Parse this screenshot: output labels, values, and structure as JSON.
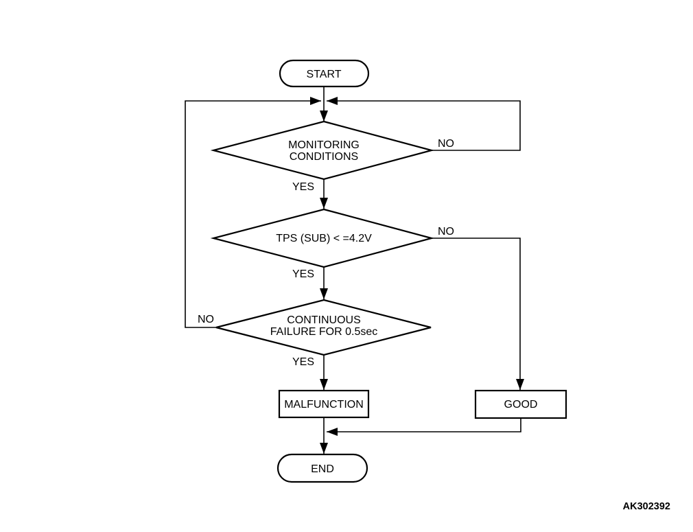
{
  "diagram": {
    "figure_code": "AK302392",
    "colors": {
      "line": "#000000",
      "text": "#000000",
      "background": "#ffffff"
    },
    "nodes": {
      "start": {
        "label": "START"
      },
      "monitoring_conditions": {
        "line1": "MONITORING",
        "line2": "CONDITIONS"
      },
      "tps_check": {
        "label": "TPS (SUB) < =4.2V"
      },
      "continuous_failure": {
        "line1": "CONTINUOUS",
        "line2": "FAILURE FOR 0.5sec"
      },
      "malfunction": {
        "label": "MALFUNCTION"
      },
      "good": {
        "label": "GOOD"
      },
      "end": {
        "label": "END"
      }
    },
    "edge_labels": {
      "monitoring_no": "NO",
      "monitoring_yes": "YES",
      "tps_no": "NO",
      "tps_yes": "YES",
      "continuous_no": "NO",
      "continuous_yes": "YES"
    }
  }
}
